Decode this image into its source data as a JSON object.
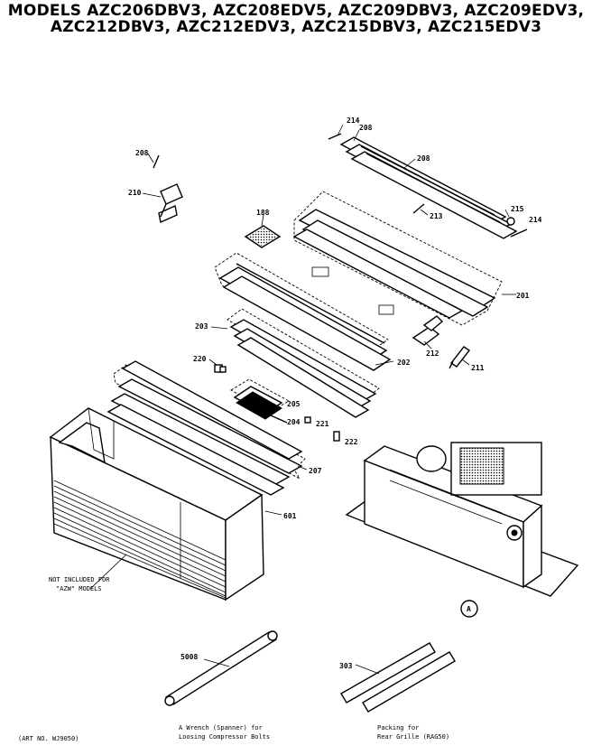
{
  "title": {
    "line1": "MODELS AZC206DBV3, AZC208EDV5, AZC209DBV3, AZC209EDV3,",
    "line2": "AZC212DBV3, AZC212EDV3, AZC215DBV3, AZC215EDV3"
  },
  "labels": {
    "p214a": "214",
    "p208a": "208",
    "p208b": "208",
    "p208c": "208",
    "p210": "210",
    "p188": "188",
    "p213": "213",
    "p215": "215",
    "p214b": "214",
    "p201": "201",
    "p203": "203",
    "p212": "212",
    "p211": "211",
    "p220": "220",
    "p202": "202",
    "p205": "205",
    "p204": "204",
    "p221": "221",
    "p222": "222",
    "p207": "207",
    "p601": "601",
    "pA": "A",
    "p5008": "5008",
    "p303": "303"
  },
  "notes": {
    "not_included_1": "NOT INCLUDED FOR",
    "not_included_2": "\"AZW\" MODELS",
    "art_no": "(ART NO. WJ9050)",
    "wrench_1": "A Wrench (Spanner) for",
    "wrench_2": "Loosing Compressor Bolts",
    "packing_1": "Packing for",
    "packing_2": "Rear Grille (RAG50)"
  }
}
